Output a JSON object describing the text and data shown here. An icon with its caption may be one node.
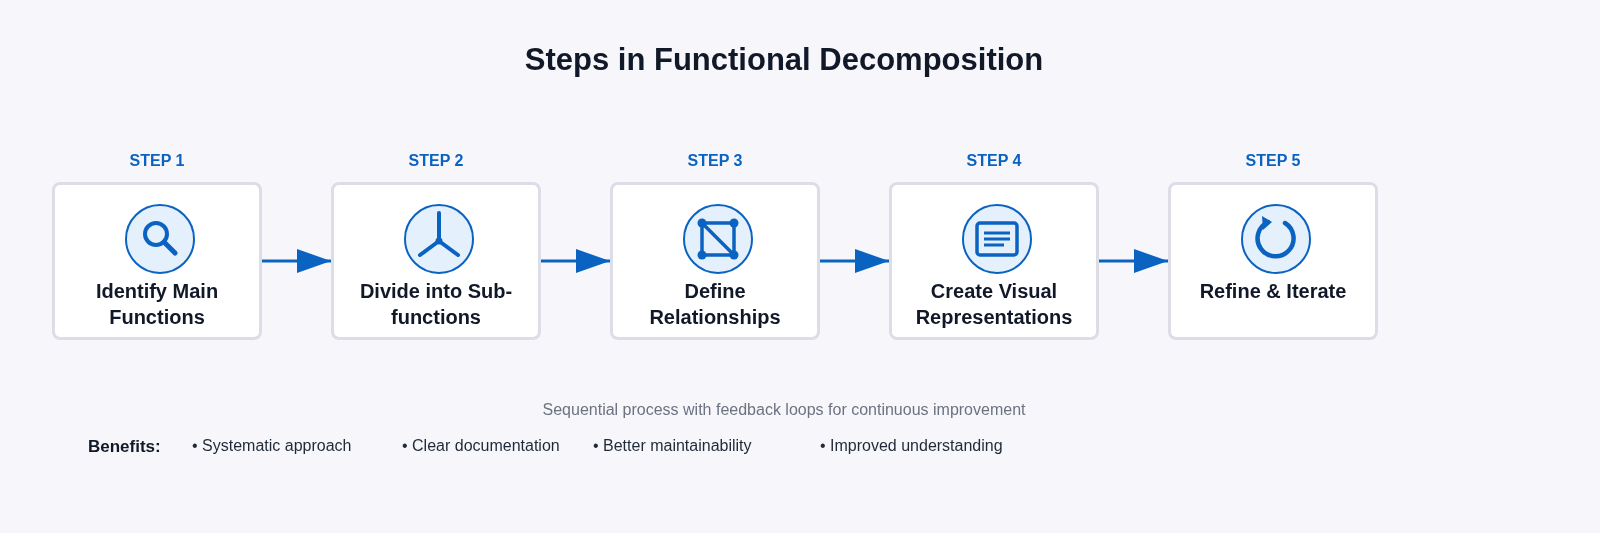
{
  "diagram": {
    "title": "Steps in Functional Decomposition",
    "caption": "Sequential process with feedback loops for continuous improvement",
    "nodes": [
      {
        "text": [
          "STEP 1",
          "Identify Main Functions"
        ]
      },
      {
        "text": [
          "STEP 2",
          "Divide into Sub-functions"
        ]
      },
      {
        "text": [
          "STEP 3",
          "Define Relationships"
        ]
      },
      {
        "text": [
          "STEP 4",
          "Create Visual Representations"
        ]
      },
      {
        "text": [
          "STEP 5",
          "Refine & Iterate"
        ]
      }
    ],
    "edges": [
      {
        "from": 0,
        "to": 1,
        "arrow": "to"
      },
      {
        "from": 1,
        "to": 2,
        "arrow": "to"
      },
      {
        "from": 2,
        "to": 3,
        "arrow": "to"
      },
      {
        "from": 3,
        "to": 4,
        "arrow": "to"
      }
    ],
    "labels": [
      "Benefits:",
      "• Systematic approach",
      "• Clear documentation",
      "• Better maintainability",
      "• Improved understanding"
    ]
  }
}
